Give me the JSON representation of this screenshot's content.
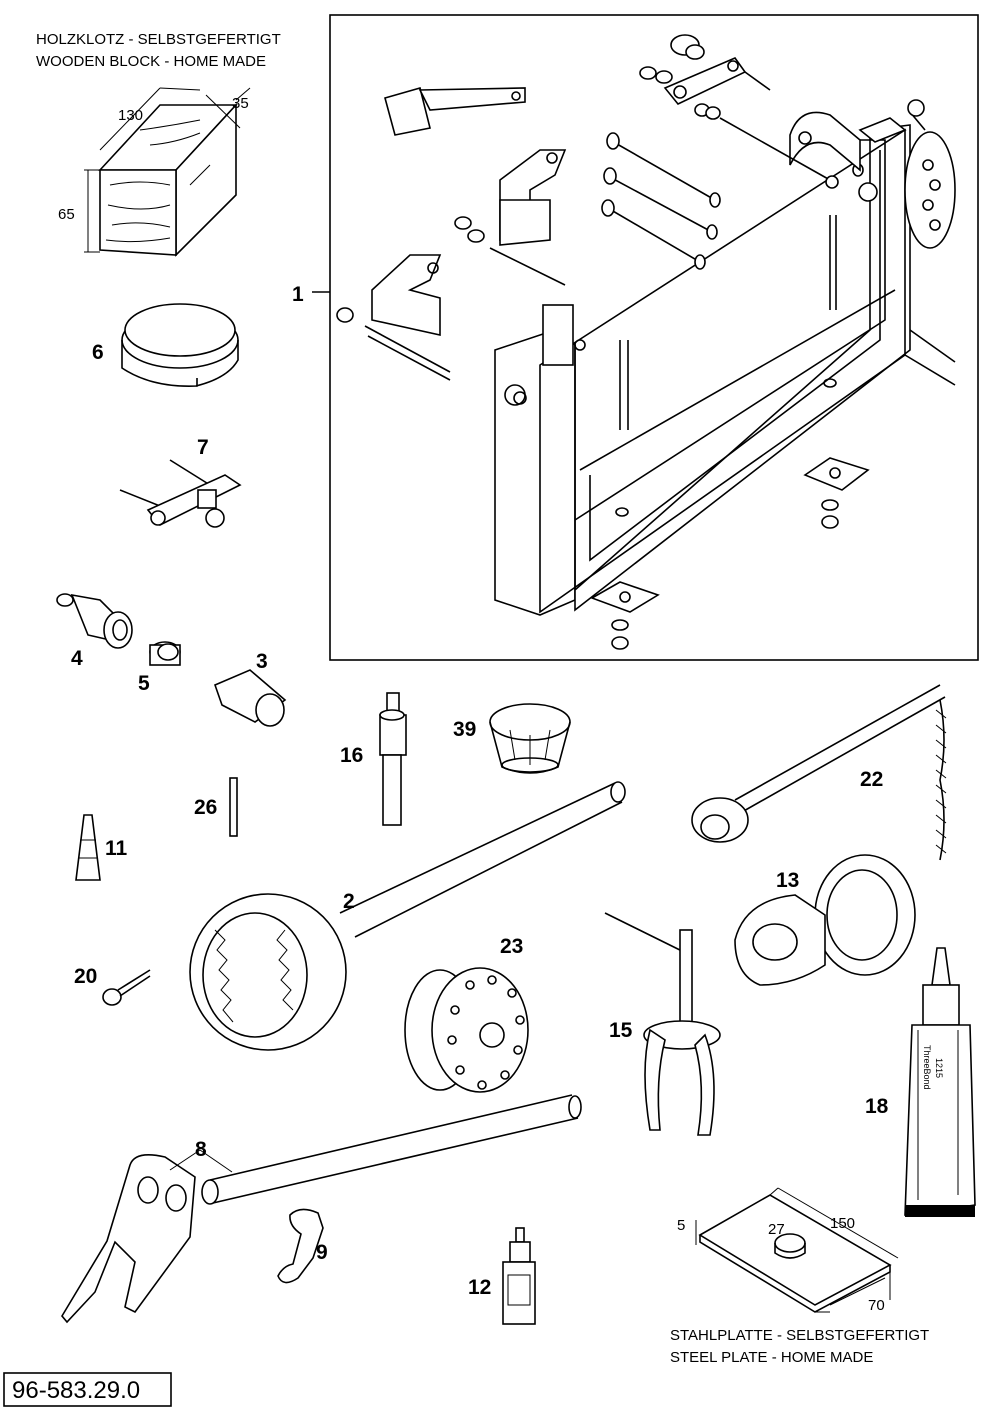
{
  "captions": {
    "wooden_block_de": "HOLZKLOTZ - SELBSTGEFERTIGT",
    "wooden_block_en": "WOODEN BLOCK - HOME MADE",
    "steel_plate_de": "STAHLPLATTE - SELBSTGEFERTIGT",
    "steel_plate_en": "STEEL PLATE - HOME MADE"
  },
  "dimensions": {
    "block_length": "130",
    "block_depth": "35",
    "block_height": "65",
    "plate_thickness": "5",
    "plate_hole": "27",
    "plate_length": "150",
    "plate_width": "70"
  },
  "parts": [
    "1",
    "2",
    "3",
    "4",
    "5",
    "6",
    "7",
    "8",
    "9",
    "11",
    "12",
    "13",
    "15",
    "16",
    "18",
    "20",
    "22",
    "23",
    "26",
    "39"
  ],
  "tube_label": [
    "ThreeBond",
    "1215"
  ],
  "document_number": "96-583.29.0"
}
